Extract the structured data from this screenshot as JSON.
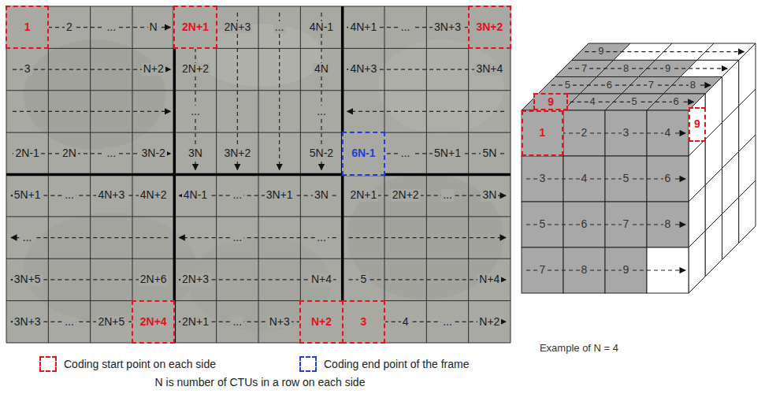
{
  "diagram": {
    "caption": "N is number of CTUs in a row on each side",
    "nodes": [
      {
        "text": [
          "1"
        ]
      },
      {
        "text": [
          "2N+1"
        ]
      },
      {
        "text": [
          "3N+2"
        ]
      },
      {
        "text": [
          "6N-1"
        ]
      },
      {
        "text": [
          "2N+4"
        ]
      },
      {
        "text": [
          "N+2"
        ]
      },
      {
        "text": [
          "3"
        ]
      },
      {
        "text": [
          "9"
        ]
      },
      {
        "text": [
          "1"
        ]
      },
      {
        "text": [
          "9"
        ]
      }
    ],
    "labels": [
      "2",
      "...",
      "N",
      "2N+3",
      "...",
      "4N-1",
      "4N+1",
      "...",
      "3N+3",
      "3",
      "N+2",
      "2N+2",
      "4N",
      "4N+3",
      "3N+4",
      "...",
      "...",
      "2N-1",
      "2N",
      "...",
      "3N-2",
      "3N",
      "3N+2",
      "5N-2",
      "...",
      "5N+1",
      "5N",
      "5N+1",
      "...",
      "4N+3",
      "4N+2",
      "4N-1",
      "...",
      "3N+1",
      "3N",
      "2N+1",
      "2N+2",
      "...",
      "3N",
      "...",
      "...",
      "...",
      "3N+5",
      "2N+6",
      "2N+3",
      "N+4",
      "5",
      "N+4",
      "3N+3",
      "...",
      "2N+5",
      "2N+1",
      "...",
      "N+3",
      "4",
      "...",
      "N+2",
      "9",
      "7",
      "8",
      "9",
      "5",
      "6",
      "7",
      "8",
      "4",
      "5",
      "6",
      "2",
      "3",
      "4",
      "3",
      "4",
      "5",
      "6",
      "5",
      "6",
      "7",
      "8",
      "7",
      "8",
      "9",
      "Example of N = 4"
    ],
    "legend": [
      {
        "text": "Coding start point on each side"
      },
      {
        "text": "Coding end point of the frame"
      }
    ]
  }
}
